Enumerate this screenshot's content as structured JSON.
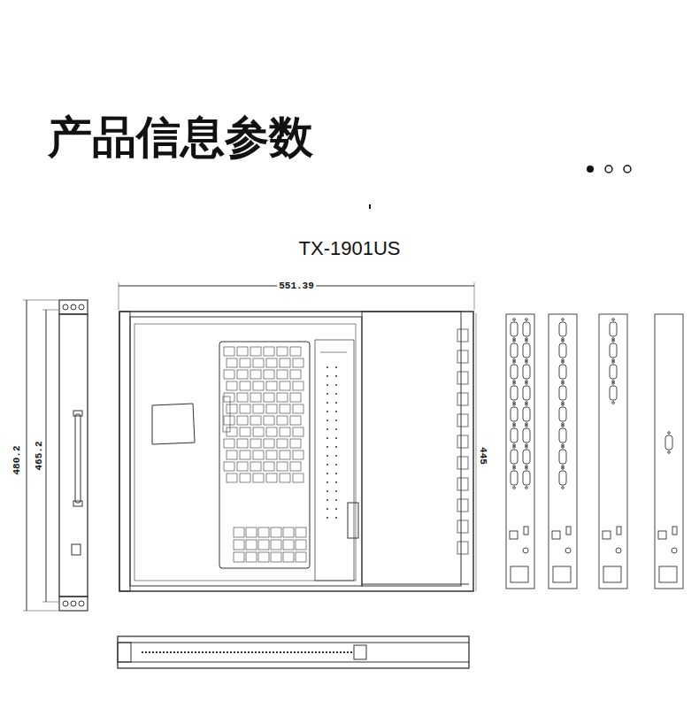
{
  "diagram": {
    "title": "产品信息参数",
    "labels": [
      "TX-1901US",
      "551.39",
      "480.2",
      "465.2",
      "445"
    ]
  }
}
